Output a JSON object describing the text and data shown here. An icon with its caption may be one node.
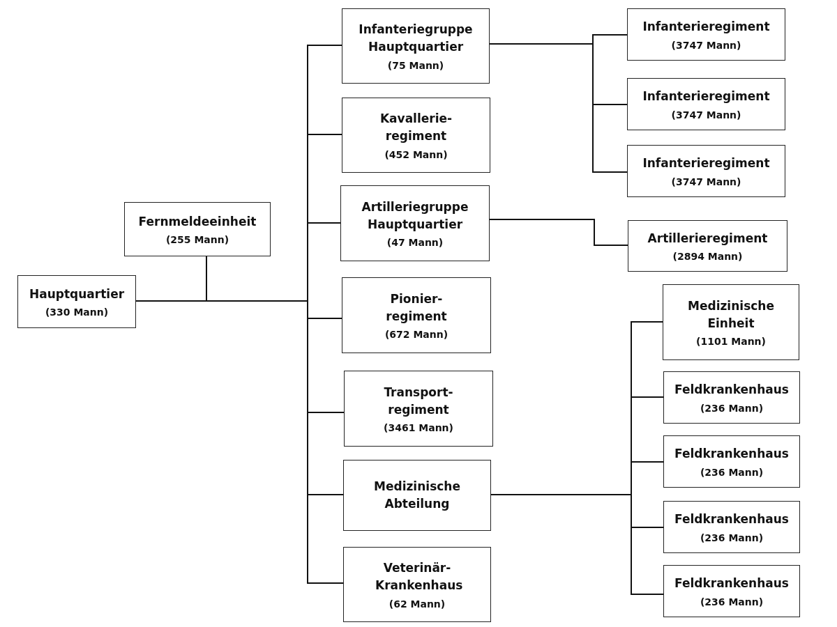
{
  "diagram": {
    "nodes": [
      {
        "text": [
          "Hauptquartier",
          "(330 Mann)"
        ]
      },
      {
        "text": [
          "Fernmeldeeinheit",
          "(255 Mann)"
        ]
      },
      {
        "text": [
          "Infanteriegruppe Hauptquartier",
          "(75 Mann)"
        ]
      },
      {
        "text": [
          "Kavallerie-regiment",
          "(452 Mann)"
        ]
      },
      {
        "text": [
          "Artilleriegruppe Hauptquartier",
          "(47 Mann)"
        ]
      },
      {
        "text": [
          "Pionier-regiment",
          "(672 Mann)"
        ]
      },
      {
        "text": [
          "Transport-regiment",
          "(3461 Mann)"
        ]
      },
      {
        "text": [
          "Medizinische Abteilung"
        ]
      },
      {
        "text": [
          "Veterinär-Krankenhaus",
          "(62 Mann)"
        ]
      },
      {
        "text": [
          "Infanterieregiment",
          "(3747 Mann)"
        ]
      },
      {
        "text": [
          "Infanterieregiment",
          "(3747 Mann)"
        ]
      },
      {
        "text": [
          "Infanterieregiment",
          "(3747 Mann)"
        ]
      },
      {
        "text": [
          "Artillerieregiment",
          "(2894 Mann)"
        ]
      },
      {
        "text": [
          "Medizinische Einheit",
          "(1101 Mann)"
        ]
      },
      {
        "text": [
          "Feldkrankenhaus",
          "(236 Mann)"
        ]
      },
      {
        "text": [
          "Feldkrankenhaus",
          "(236 Mann)"
        ]
      },
      {
        "text": [
          "Feldkrankenhaus",
          "(236 Mann)"
        ]
      },
      {
        "text": [
          "Feldkrankenhaus",
          "(236 Mann)"
        ]
      }
    ],
    "edges": [
      {
        "from": 0,
        "to": 1,
        "arrow": "none"
      },
      {
        "from": 0,
        "to": 2,
        "arrow": "none"
      },
      {
        "from": 0,
        "to": 3,
        "arrow": "none"
      },
      {
        "from": 0,
        "to": 4,
        "arrow": "none"
      },
      {
        "from": 0,
        "to": 5,
        "arrow": "none"
      },
      {
        "from": 0,
        "to": 6,
        "arrow": "none"
      },
      {
        "from": 0,
        "to": 7,
        "arrow": "none"
      },
      {
        "from": 0,
        "to": 8,
        "arrow": "none"
      },
      {
        "from": 2,
        "to": 9,
        "arrow": "none"
      },
      {
        "from": 2,
        "to": 10,
        "arrow": "none"
      },
      {
        "from": 2,
        "to": 11,
        "arrow": "none"
      },
      {
        "from": 4,
        "to": 12,
        "arrow": "none"
      },
      {
        "from": 7,
        "to": 13,
        "arrow": "none"
      },
      {
        "from": 7,
        "to": 14,
        "arrow": "none"
      },
      {
        "from": 7,
        "to": 15,
        "arrow": "none"
      },
      {
        "from": 7,
        "to": 16,
        "arrow": "none"
      },
      {
        "from": 7,
        "to": 17,
        "arrow": "none"
      }
    ]
  }
}
